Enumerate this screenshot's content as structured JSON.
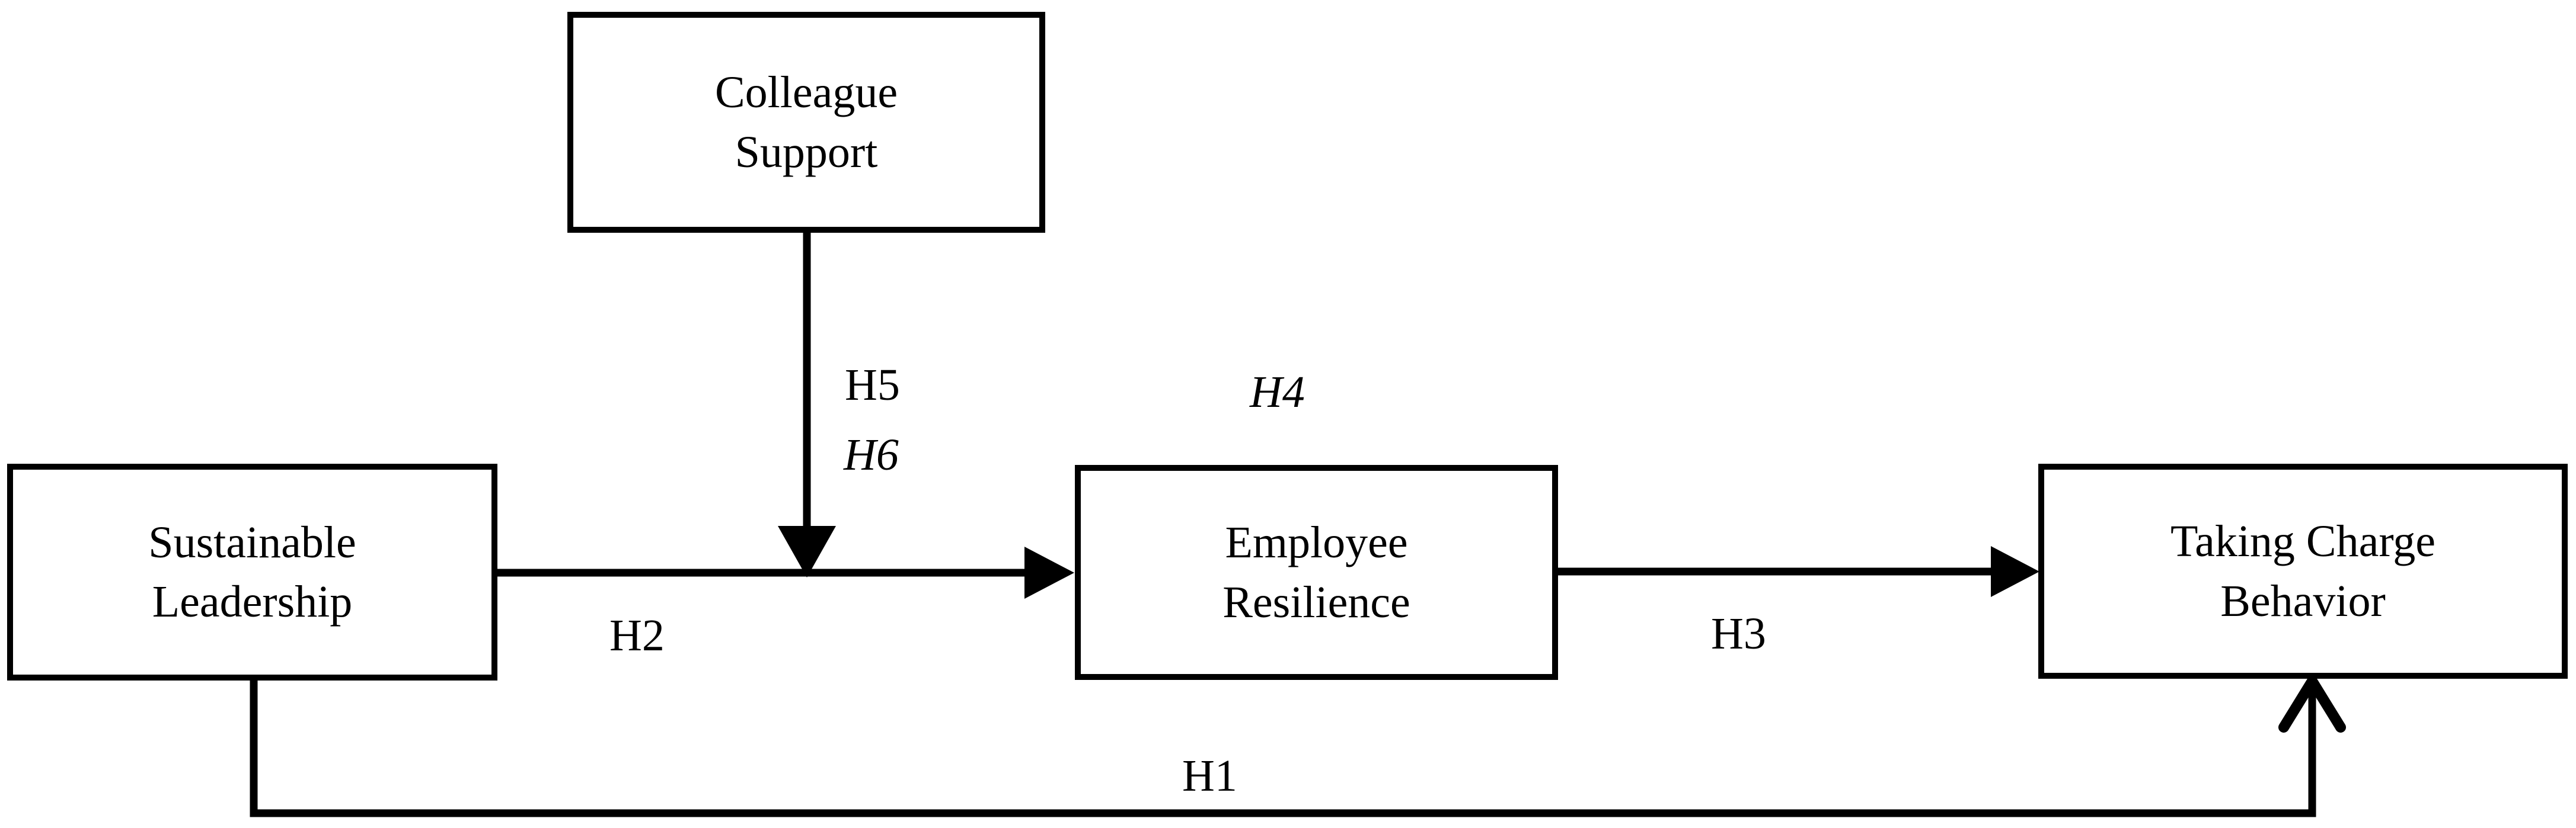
{
  "diagram": {
    "type": "research-model-path-diagram",
    "background_color": "#ffffff",
    "stroke_color": "#000000",
    "nodes": [
      {
        "id": "colleague-support",
        "lines": [
          "Colleague",
          "Support"
        ]
      },
      {
        "id": "sustainable-leadership",
        "lines": [
          "Sustainable",
          "Leadership"
        ]
      },
      {
        "id": "employee-resilience",
        "lines": [
          "Employee",
          "Resilience"
        ]
      },
      {
        "id": "taking-charge-behavior",
        "lines": [
          "Taking Charge",
          "Behavior"
        ]
      }
    ],
    "edge_labels": [
      {
        "id": "h1",
        "text": "H1",
        "style": "regular",
        "from": "sustainable-leadership",
        "to": "taking-charge-behavior"
      },
      {
        "id": "h2",
        "text": "H2",
        "style": "regular",
        "from": "sustainable-leadership",
        "to": "employee-resilience"
      },
      {
        "id": "h3",
        "text": "H3",
        "style": "regular",
        "from": "employee-resilience",
        "to": "taking-charge-behavior"
      },
      {
        "id": "h4",
        "text": "H4",
        "style": "italic",
        "from": "sustainable-leadership",
        "to": "taking-charge-behavior"
      },
      {
        "id": "h5",
        "text": "H5",
        "style": "regular",
        "from": "colleague-support",
        "to": "sustainable-leadership-to-employee-resilience-path"
      },
      {
        "id": "h6",
        "text": "H6",
        "style": "italic",
        "from": "colleague-support",
        "to": "sustainable-leadership-to-employee-resilience-path"
      }
    ]
  }
}
